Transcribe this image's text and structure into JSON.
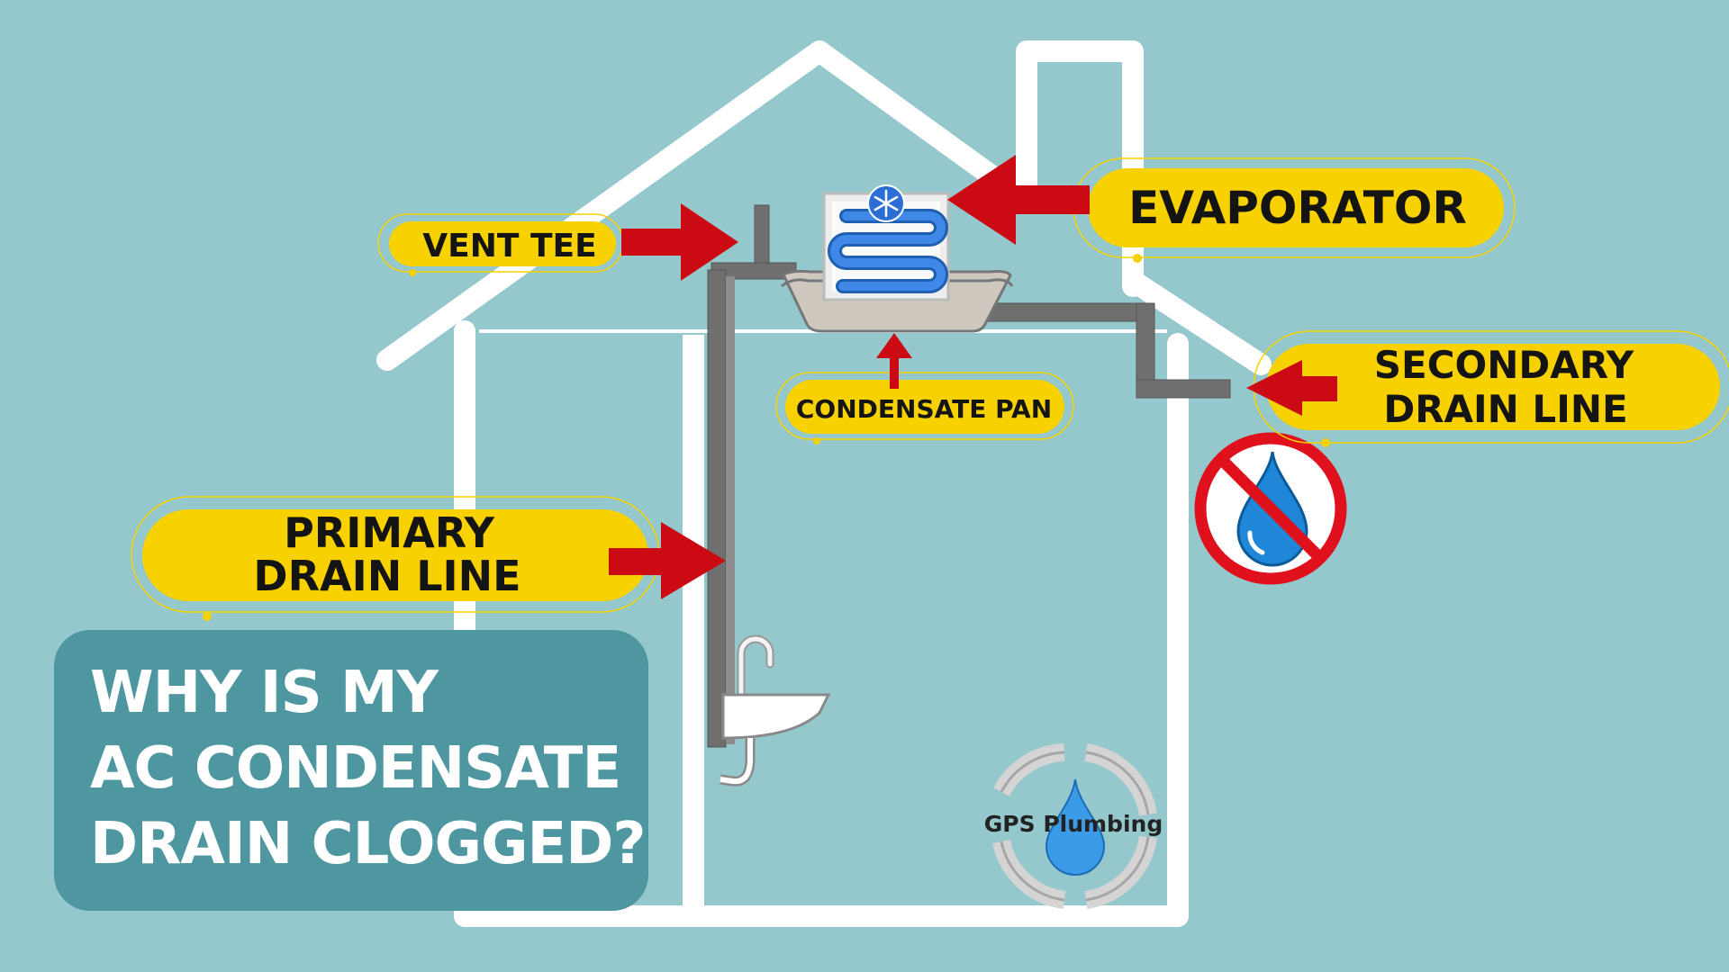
{
  "labels": {
    "evaporator": "EVAPORATOR",
    "vent_tee": "VENT TEE",
    "condensate_pan": "CONDENSATE PAN",
    "secondary_line1": "SECONDARY",
    "secondary_line2": "DRAIN LINE",
    "primary_line1": "PRIMARY",
    "primary_line2": "DRAIN LINE"
  },
  "title": {
    "line1": "WHY IS MY",
    "line2": "AC CONDENSATE",
    "line3": "DRAIN CLOGGED?"
  },
  "logo": {
    "name": "GPS Plumbing"
  },
  "icons": {
    "snowflake": "snowflake-icon",
    "no_water": "no-water-icon",
    "sink": "sink-icon",
    "water_drop": "water-drop-icon"
  },
  "colors": {
    "background": "#94c8cc",
    "house_outline": "#ffffff",
    "label_yellow": "#f7d200",
    "arrow_red": "#cc0a14",
    "pipe_gray": "#6f6f6f",
    "coil_blue": "#3f88e8",
    "title_box": "#4f97a0",
    "no_sign_red": "#e0101c",
    "water_blue": "#1f86d8"
  }
}
